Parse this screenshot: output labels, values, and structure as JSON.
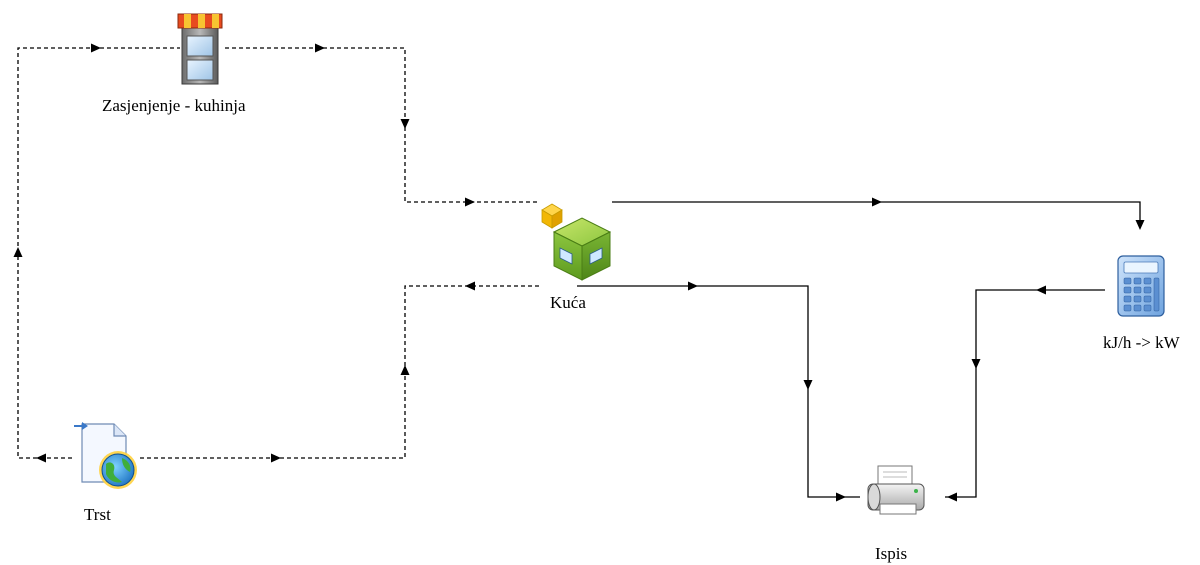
{
  "nodes": {
    "shading": {
      "label": "Zasjenjenje - kuhinja",
      "icon": "window-awning-icon"
    },
    "house": {
      "label": "Kuća",
      "icon": "building-block-icon"
    },
    "converter": {
      "label": "kJ/h -> kW",
      "icon": "calculator-icon"
    },
    "printer": {
      "label": "Ispis",
      "icon": "printer-icon"
    },
    "weather": {
      "label": "Trst",
      "icon": "weather-data-file-icon"
    }
  },
  "colors": {
    "connection": "#000000",
    "background": "#ffffff"
  },
  "connections": [
    {
      "name": "weather-to-shading",
      "style": "dashed"
    },
    {
      "name": "shading-to-house",
      "style": "dashed"
    },
    {
      "name": "weather-to-house",
      "style": "dashed"
    },
    {
      "name": "house-to-converter",
      "style": "solid"
    },
    {
      "name": "house-to-printer",
      "style": "solid"
    },
    {
      "name": "converter-to-printer",
      "style": "solid"
    }
  ]
}
